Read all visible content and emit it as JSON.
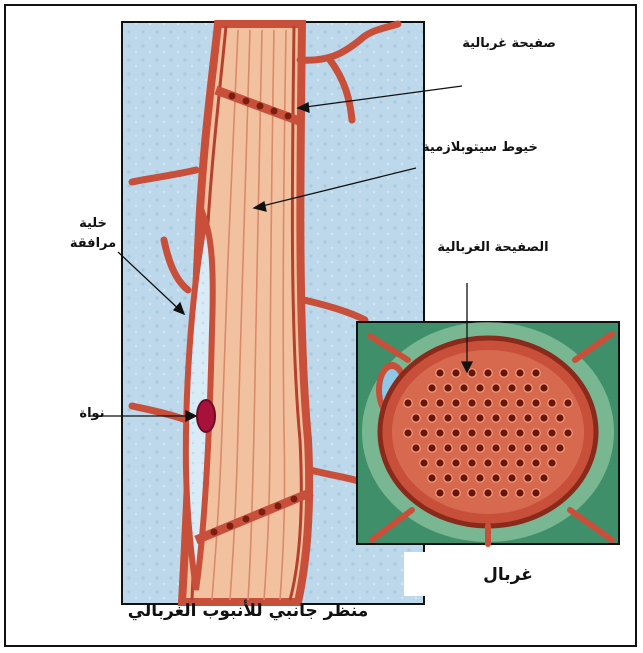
{
  "labels": {
    "sieve_plate_top": "صفيحة غربالية",
    "cytoplasmic_strands": "خيوط سيتوبلازمية",
    "sieve_plate_inset": "الصفيحة الغربالية",
    "companion_cell": "خلية مرافقة",
    "nucleus": "نواة",
    "sieve_caption": "غربال",
    "main_caption": "منظر جانبي للأنبوب الغربالي"
  },
  "colors": {
    "background_blue": "#bcd8ea",
    "tube_fill": "#f2c2a0",
    "wall_red": "#c8503a",
    "inset_green": "#3f8f6a",
    "nucleus_red": "#a8123a"
  }
}
